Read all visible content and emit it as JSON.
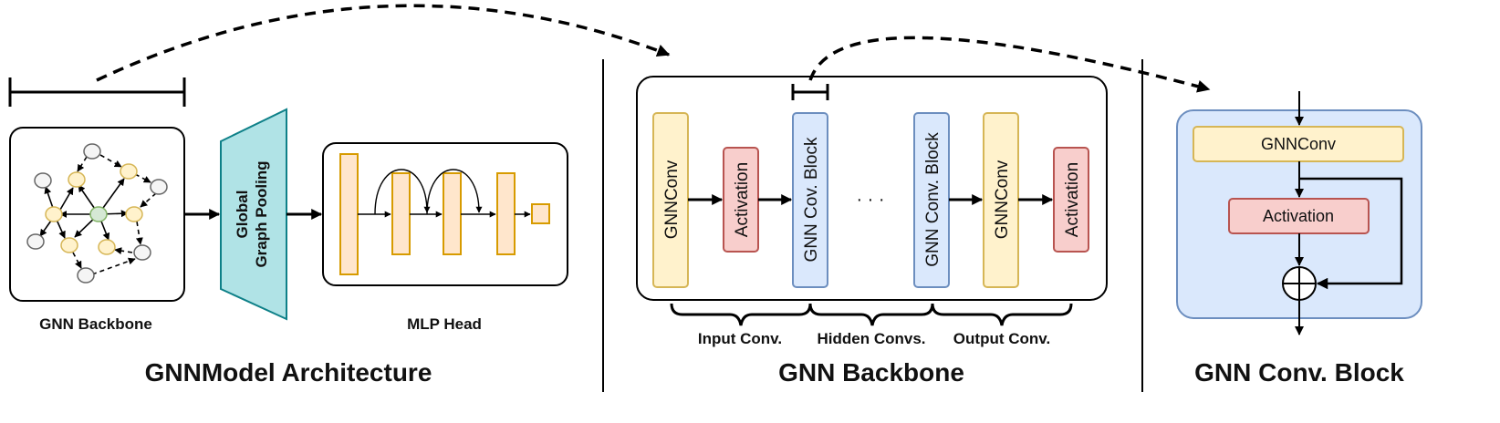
{
  "panels": {
    "architecture": {
      "title": "GNNModel Architecture",
      "backbone_label": "GNN Backbone",
      "pooling_line1": "Global",
      "pooling_line2": "Graph Pooling",
      "head_label": "MLP Head"
    },
    "backbone": {
      "title": "GNN Backbone",
      "blocks": {
        "gnnconv_in": "GNNConv",
        "activation_in": "Activation",
        "conv_block_1": "GNN Cov. Block",
        "ellipsis": "· · ·",
        "conv_block_2": "GNN Conv. Block",
        "gnnconv_out": "GNNConv",
        "activation_out": "Activation"
      },
      "groups": {
        "input": "Input Conv.",
        "hidden": "Hidden Convs.",
        "output": "Output Conv."
      }
    },
    "conv_block": {
      "title": "GNN Conv. Block",
      "gnnconv": "GNNConv",
      "activation": "Activation"
    }
  },
  "colors": {
    "yellow_fill": "#fff2cc",
    "yellow_stroke": "#d6b656",
    "red_fill": "#f8cecc",
    "red_stroke": "#b85450",
    "blue_fill": "#dae8fc",
    "blue_stroke": "#6c8ebf",
    "orange_fill": "#ffe6cc",
    "orange_stroke": "#d79b00",
    "teal_fill": "#b0e3e6",
    "teal_stroke": "#0e8088",
    "green_fill": "#d5e8d4",
    "green_stroke": "#82b366",
    "gray_fill": "#f5f5f5",
    "gray_stroke": "#666666"
  }
}
